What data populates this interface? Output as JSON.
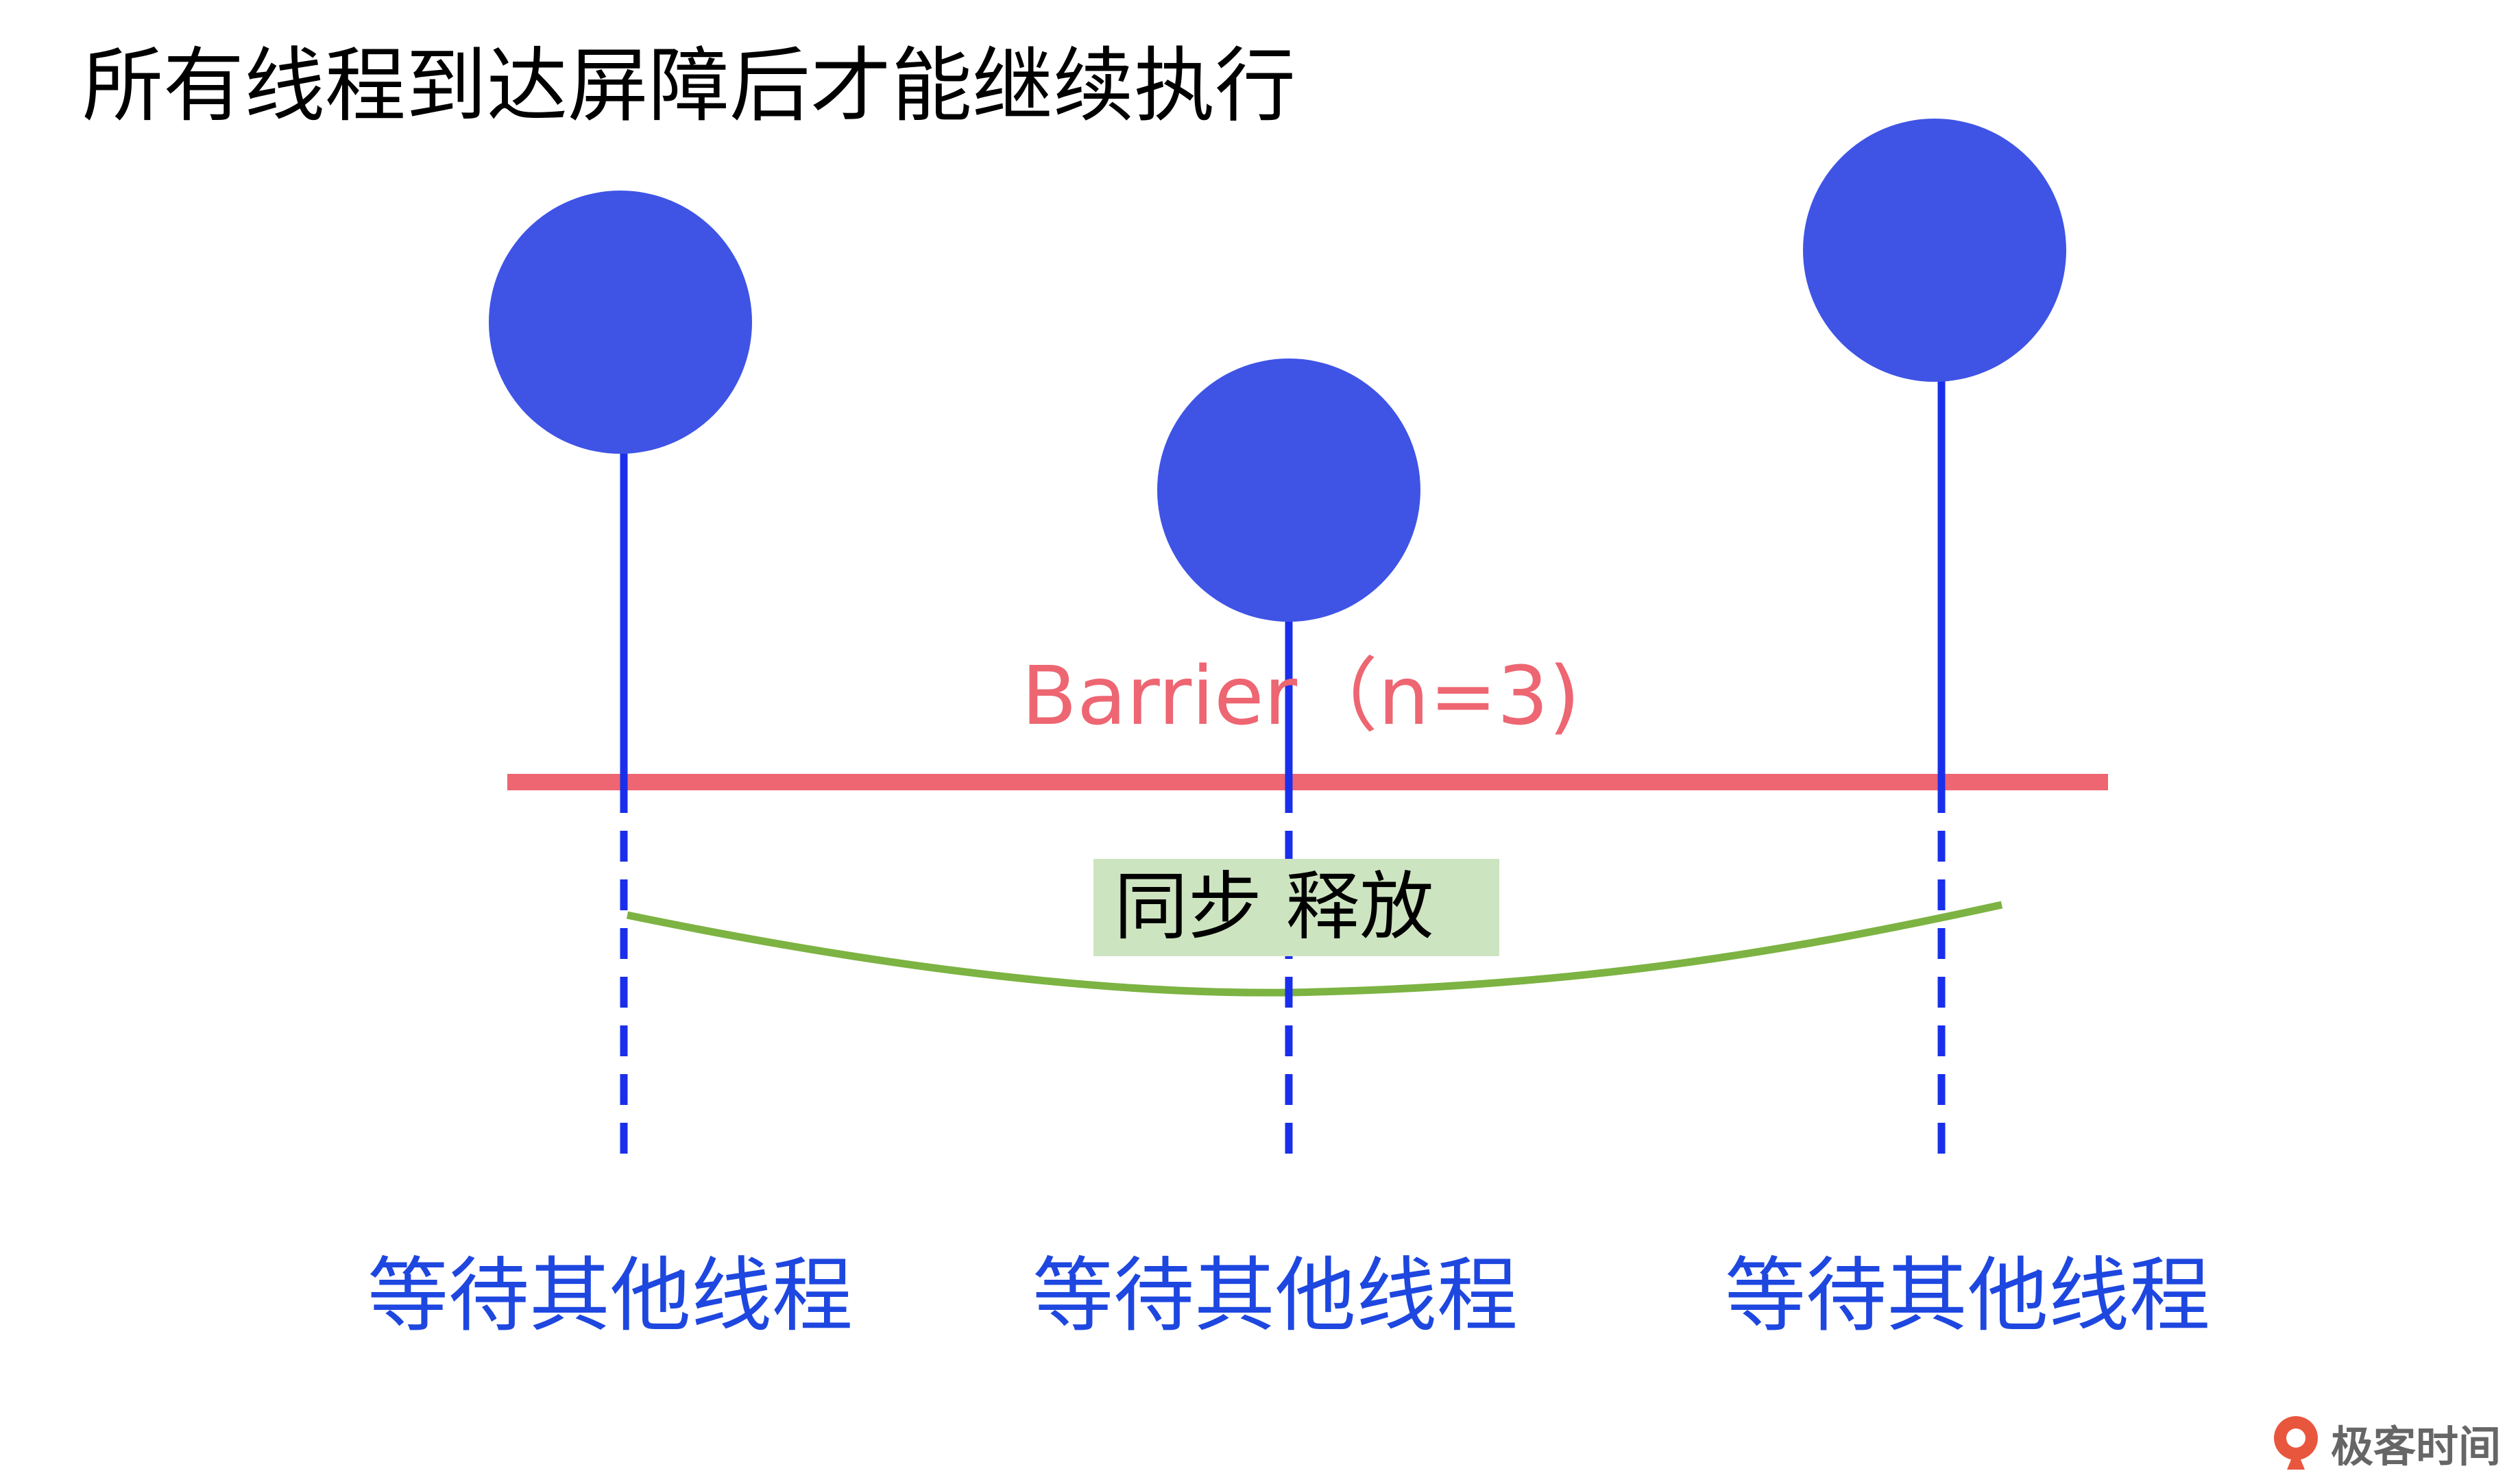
{
  "title": "所有线程到达屏障后才能继续执行",
  "barrier": {
    "label": "Barrier（n=3)",
    "color": "#ED6672"
  },
  "sync_label": "同步 释放",
  "sync_box_color": "#CDE4C0",
  "release_curve_color": "#7CB342",
  "thread_color": "#3F54E5",
  "line_color": "#1A2FEB",
  "threads": [
    {
      "label": "等待其他线程"
    },
    {
      "label": "等待其他线程"
    },
    {
      "label": "等待其他线程"
    }
  ],
  "label_color": "#1E47E0",
  "brand": {
    "name": "极客时间",
    "color": "#E8563E"
  }
}
